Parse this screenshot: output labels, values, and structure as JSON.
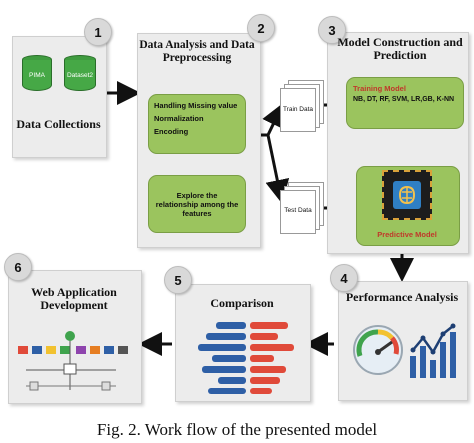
{
  "steps": [
    {
      "num": "1",
      "title": "Data Collections",
      "datasets": [
        "PIMA",
        "Dataset2"
      ]
    },
    {
      "num": "2",
      "title": "Data Analysis and Data Preprocessing",
      "items": [
        "Handling Missing value",
        "Normalization",
        "Encoding"
      ],
      "explore": "Explore the relationship among the features"
    },
    {
      "num": "3",
      "title": "Model Construction and Prediction",
      "training_title": "Training Model",
      "training_models": "NB, DT, RF, SVM, LR,GB, K-NN",
      "predictive_label": "Predictive Model"
    },
    {
      "num": "4",
      "title": "Performance Analysis"
    },
    {
      "num": "5",
      "title": "Comparison"
    },
    {
      "num": "6",
      "title": "Web Application Development"
    }
  ],
  "split": {
    "train": "Train Data",
    "test": "Test Data"
  },
  "caption": "Fig. 2. Work flow of the presented model",
  "colors": {
    "green": "#9bc45e",
    "red_text": "#c0392b",
    "dark": "#111111",
    "blue": "#2e5fa6"
  },
  "icons": [
    "database-icon",
    "document-stack-icon",
    "brain-chip-icon",
    "gauge-icon",
    "line-chart-icon",
    "bar-list-icon",
    "web-flow-icon"
  ]
}
